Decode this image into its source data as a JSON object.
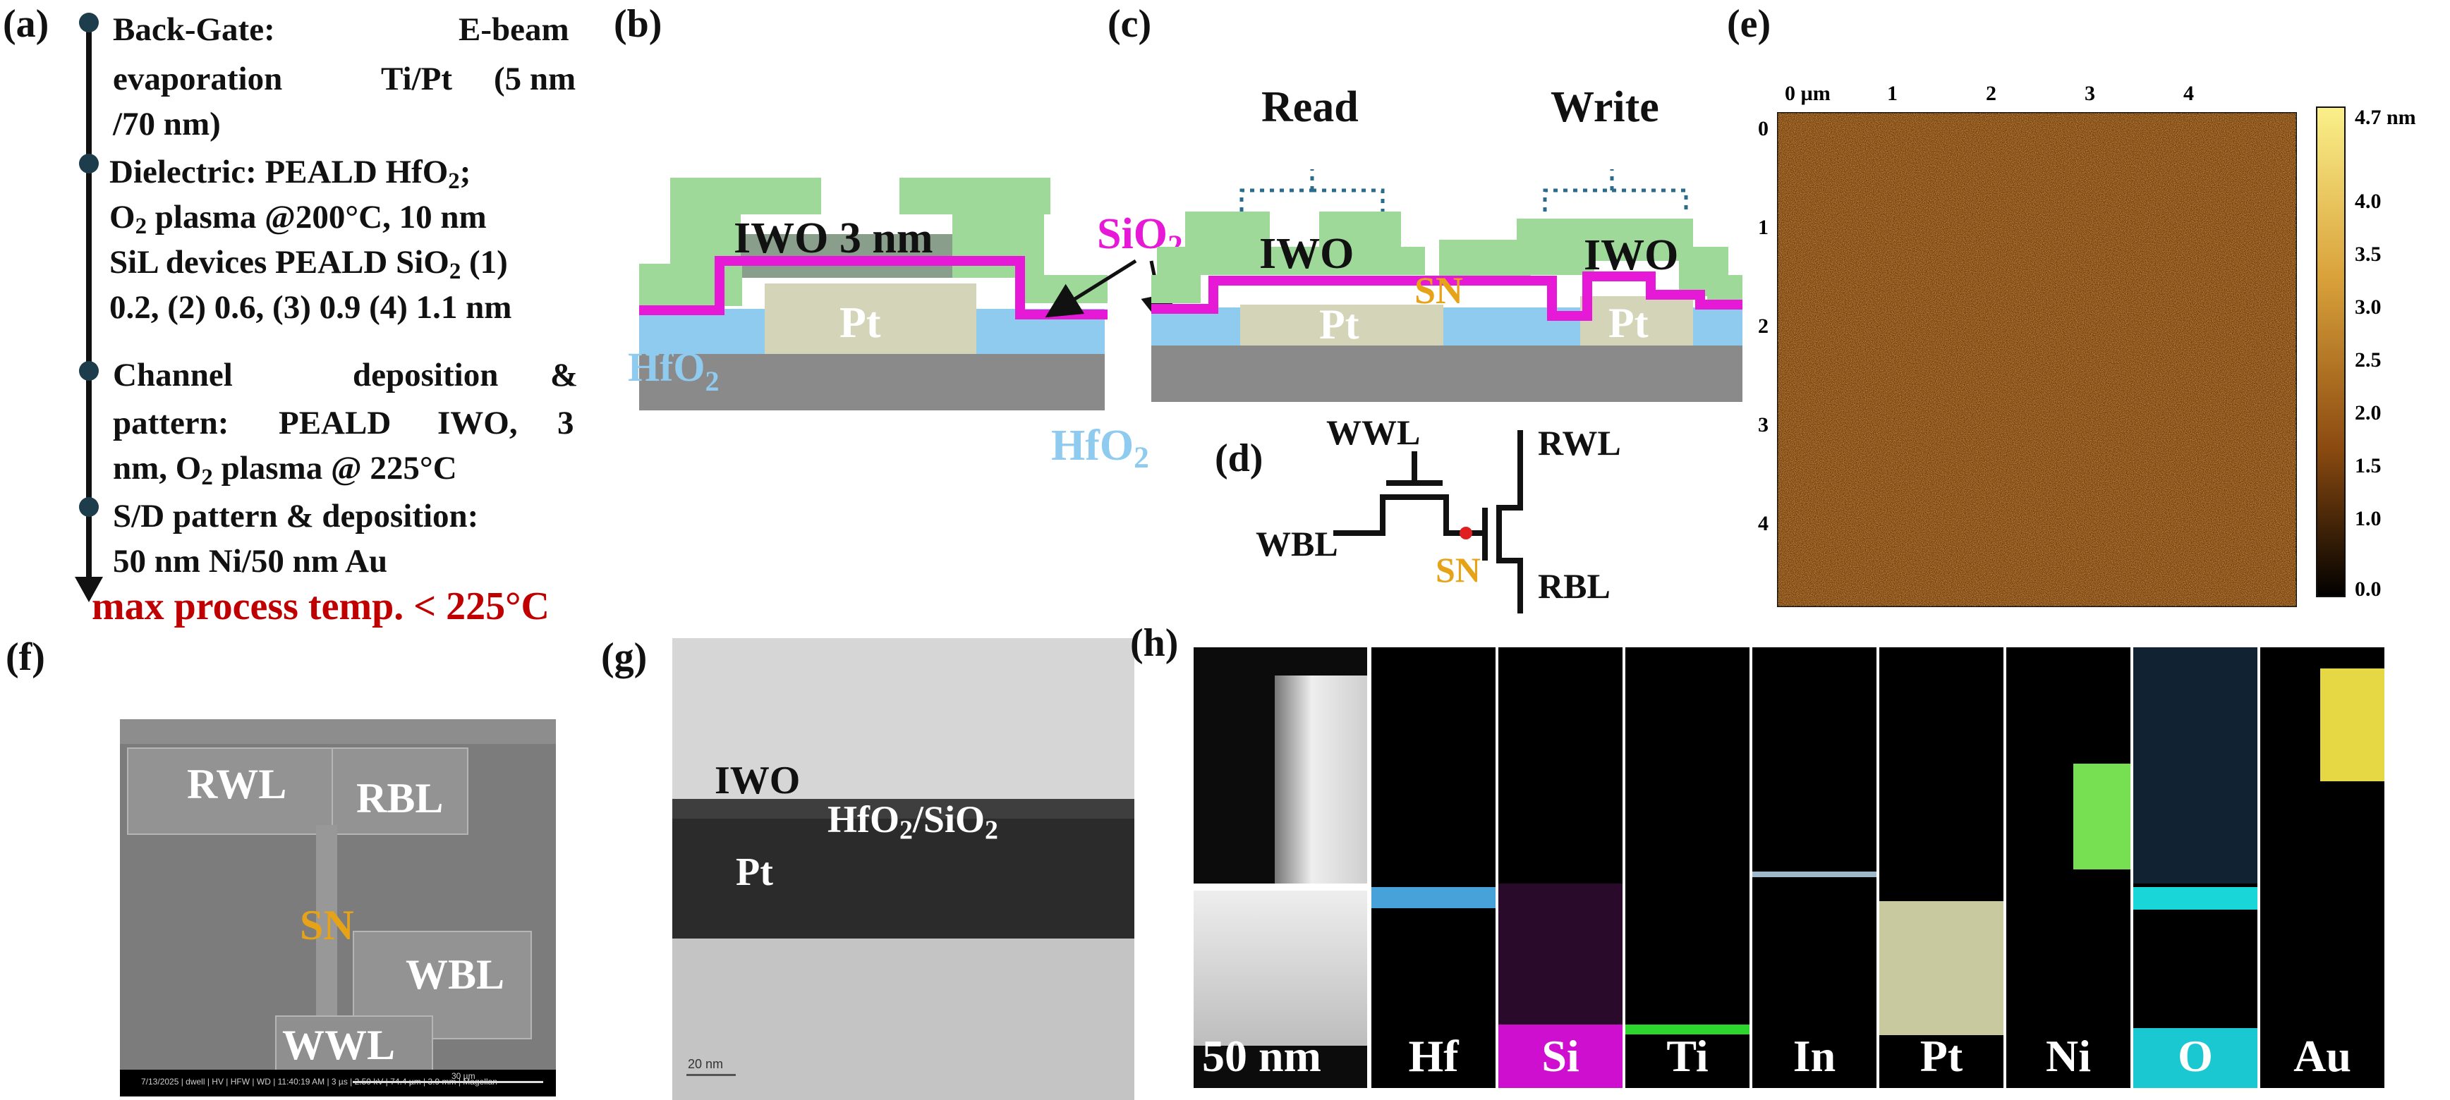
{
  "panels": {
    "a": "(a)",
    "b": "(b)",
    "c": "(c)",
    "d": "(d)",
    "e": "(e)",
    "f": "(f)",
    "g": "(g)",
    "h": "(h)"
  },
  "process_flow": {
    "step1": [
      "Back-Gate:",
      "E-beam",
      "evaporation",
      "Ti/Pt",
      "(5 nm",
      "/70 nm)"
    ],
    "step2_line1": "Dielectric: PEALD HfO",
    "step2_line1_sub": "2",
    "step2_line1_end": ";",
    "step2_line2_a": "O",
    "step2_line2_sub": "2",
    "step2_line2_b": " plasma @200°C, 10 nm",
    "step2_line3_a": "SiL devices PEALD SiO",
    "step2_line3_sub": "2",
    "step2_line3_b": " (1)",
    "step2_line4": "0.2, (2) 0.6, (3) 0.9 (4) 1.1 nm",
    "step3": [
      "Channel",
      "deposition",
      "&",
      "pattern:",
      "PEALD",
      "IWO,",
      "3",
      "nm, O",
      "2",
      " plasma @ 225°C"
    ],
    "step4_line1": "S/D pattern & deposition:",
    "step4_line2": "50 nm Ni/50 nm Au",
    "max_temp": "max process temp. < 225°C"
  },
  "cross_section_b": {
    "iwo": "IWO 3 nm",
    "pt": "Pt",
    "hfo2": "HfO",
    "hfo2_sub": "2"
  },
  "labels_shared": {
    "sio2": "SiO",
    "sio2_sub": "2",
    "hfo2": "HfO",
    "hfo2_sub": "2"
  },
  "cross_section_c": {
    "read": "Read",
    "write": "Write",
    "iwo_left": "IWO",
    "iwo_right": "IWO",
    "pt_left": "Pt",
    "pt_right": "Pt",
    "sn": "SN"
  },
  "circuit_d": {
    "wwl": "WWL",
    "rwl": "RWL",
    "wbl": "WBL",
    "rbl": "RBL",
    "sn": "SN"
  },
  "afm_e": {
    "x_ticks": [
      "0 µm",
      "1",
      "2",
      "3",
      "4"
    ],
    "y_ticks": [
      "0",
      "1",
      "2",
      "3",
      "4"
    ],
    "colorbar_ticks": [
      "4.7 nm",
      "4.0",
      "3.5",
      "3.0",
      "2.5",
      "2.0",
      "1.5",
      "1.0",
      "0.0"
    ]
  },
  "sem_f": {
    "rwl": "RWL",
    "rbl": "RBL",
    "sn": "SN",
    "wbl": "WBL",
    "wwl": "WWL",
    "info_bar": "7/13/2025 | dwell | HV | HFW | WD | 11:40:19 AM | 3 µs | 2.50 kV | 74.4 µm | 3.9 mm | Magellan",
    "scale": "30 µm"
  },
  "tem_g": {
    "iwo": "IWO",
    "pt": "Pt",
    "stack_a": "HfO",
    "stack_sub1": "2",
    "stack_b": "/SiO",
    "stack_sub2": "2",
    "scale": "20 nm"
  },
  "eds_h": {
    "scale": "50 nm",
    "elements": [
      "Hf",
      "Si",
      "Ti",
      "In",
      "Pt",
      "Ni",
      "O",
      "Au"
    ]
  },
  "colors": {
    "green": "#9ed99a",
    "hfo2_blue": "#8fcbef",
    "pt_khaki": "#d3d4b8",
    "sio2_magenta": "#e619d6",
    "substrate_gray": "#8a8a8a",
    "sn_orange": "#e7a317",
    "temp_red": "#c00000"
  }
}
